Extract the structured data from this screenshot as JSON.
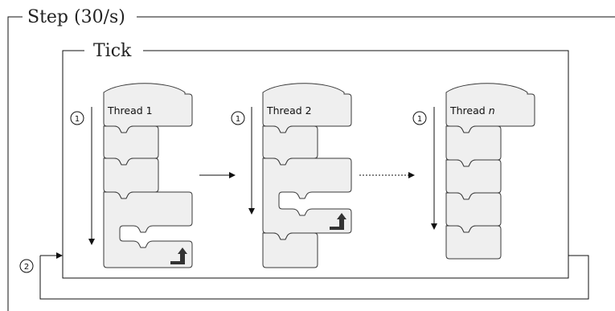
{
  "step": {
    "label": "Step (30/s)"
  },
  "tick": {
    "label": "Tick"
  },
  "threads": [
    {
      "name": "Thread 1"
    },
    {
      "name": "Thread 2"
    },
    {
      "name": "Thread ",
      "italic_suffix": "n"
    }
  ],
  "markers": {
    "order": "1",
    "loop": "2"
  },
  "icons": [
    "loop-arrow-icon",
    "loop-arrow-icon"
  ]
}
